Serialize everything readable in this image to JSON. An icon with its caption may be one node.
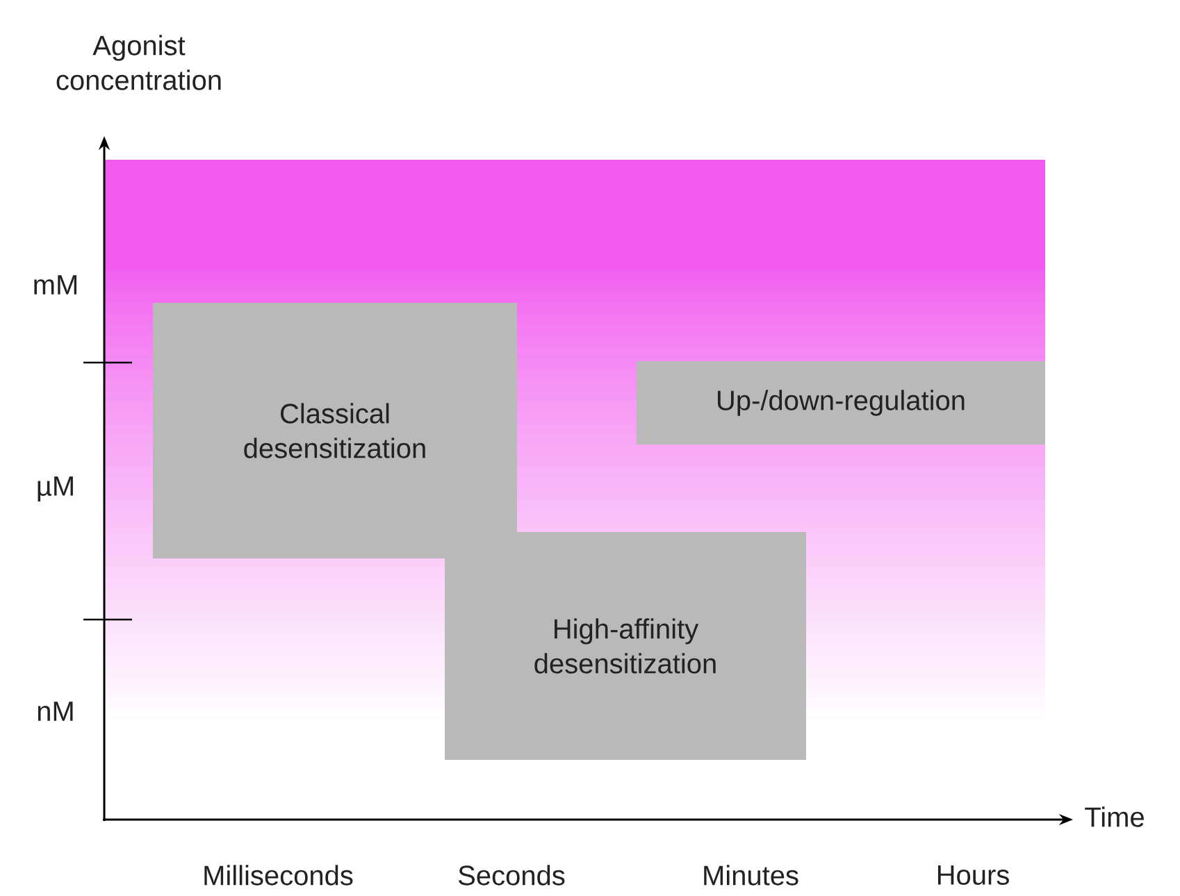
{
  "diagram": {
    "nodes": [
      {
        "text": [
          "Classical desensitization"
        ]
      },
      {
        "text": [
          "High-affinity desensitization"
        ]
      },
      {
        "text": [
          "Up-/down-regulation"
        ]
      }
    ],
    "labels": [
      "Agonist concentration",
      "mM",
      "µM",
      "nM",
      "Time",
      "Milliseconds",
      "Seconds",
      "Minutes",
      "Hours"
    ]
  }
}
